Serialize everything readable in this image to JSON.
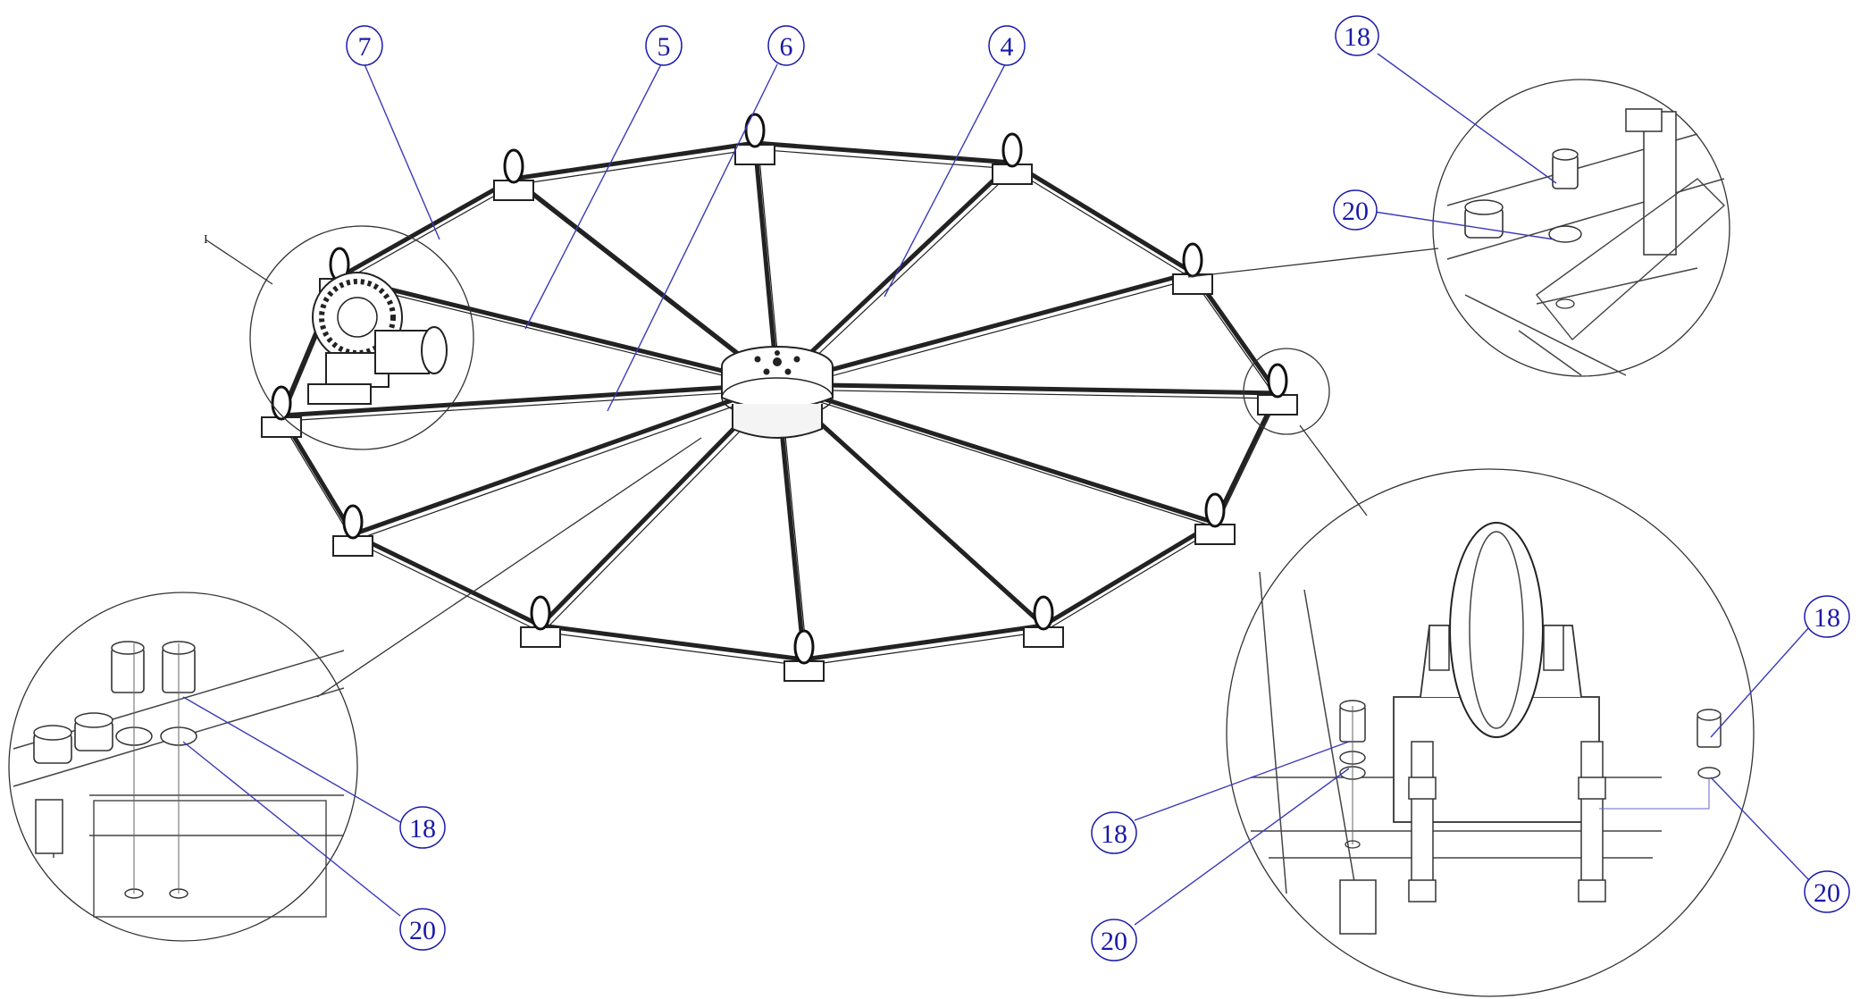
{
  "drawing": {
    "main_balloons": [
      {
        "id": "b7",
        "label": "7"
      },
      {
        "id": "b5",
        "label": "5"
      },
      {
        "id": "b6",
        "label": "6"
      },
      {
        "id": "b4",
        "label": "4"
      }
    ],
    "detail_marker": "I",
    "detail_top_right_balloons": [
      {
        "id": "tr18",
        "label": "18"
      },
      {
        "id": "tr20",
        "label": "20"
      }
    ],
    "detail_bottom_left_balloons": [
      {
        "id": "bl18",
        "label": "18"
      },
      {
        "id": "bl20",
        "label": "20"
      }
    ],
    "detail_bottom_right_balloons": [
      {
        "id": "br18a",
        "label": "18"
      },
      {
        "id": "br20a",
        "label": "20"
      },
      {
        "id": "br18b",
        "label": "18"
      },
      {
        "id": "br20b",
        "label": "20"
      }
    ]
  }
}
